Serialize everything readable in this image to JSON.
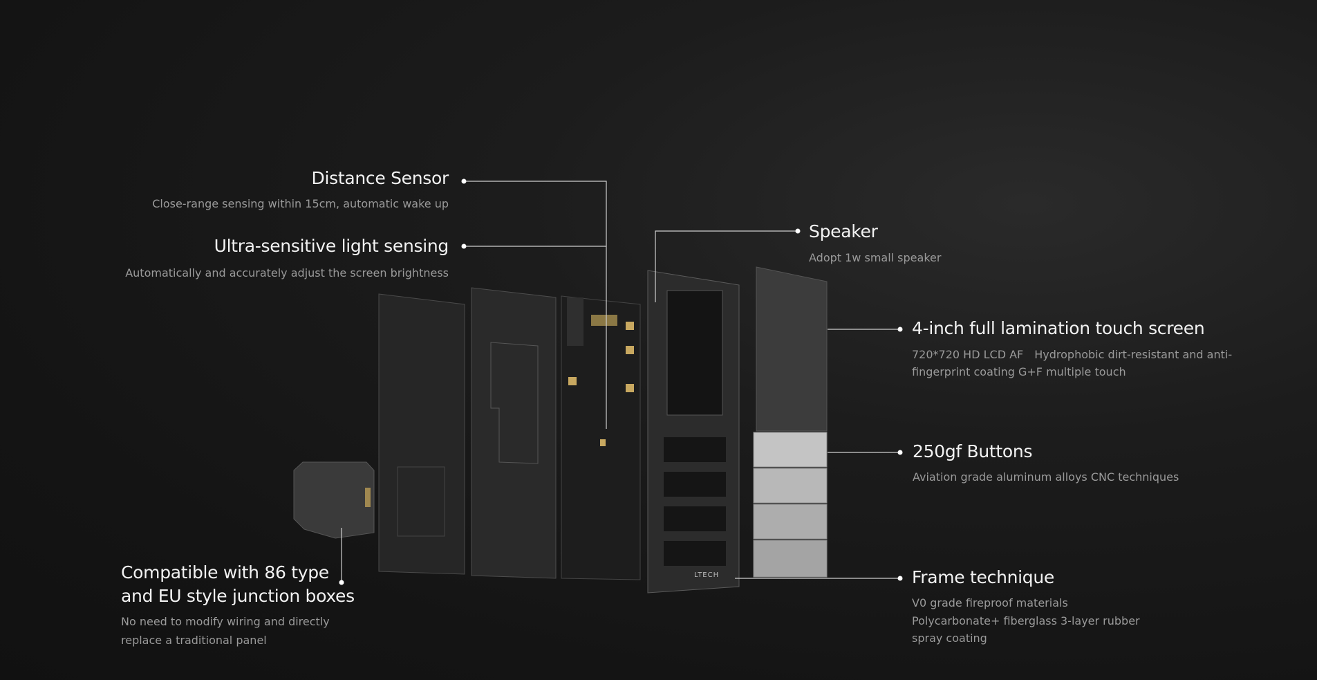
{
  "features": {
    "distance_sensor": {
      "title": "Distance Sensor",
      "desc": "Close-range sensing within 15cm, automatic wake up"
    },
    "light_sensing": {
      "title": "Ultra-sensitive light sensing",
      "desc": "Automatically and accurately adjust the screen brightness"
    },
    "speaker": {
      "title": "Speaker",
      "desc": "Adopt 1w small speaker"
    },
    "touch_screen": {
      "title": "4-inch full lamination touch screen",
      "desc_line1": "720*720 HD LCD AF Hydrophobic dirt-resistant and anti-",
      "desc_line2": "fingerprint coating G+F multiple touch"
    },
    "buttons": {
      "title": "250gf Buttons",
      "desc": "Aviation grade aluminum alloys CNC techniques"
    },
    "frame": {
      "title": "Frame technique",
      "desc_line1": "V0 grade fireproof materials",
      "desc_line2": "Polycarbonate+ fiberglass 3-layer rubber",
      "desc_line3": "spray coating"
    },
    "junction_box": {
      "title_line1": "Compatible with 86 type",
      "title_line2": "and EU style junction boxes",
      "desc_line1": "No need to modify wiring and directly",
      "desc_line2": "replace a traditional panel"
    }
  },
  "device": {
    "brand": "LTECH"
  }
}
